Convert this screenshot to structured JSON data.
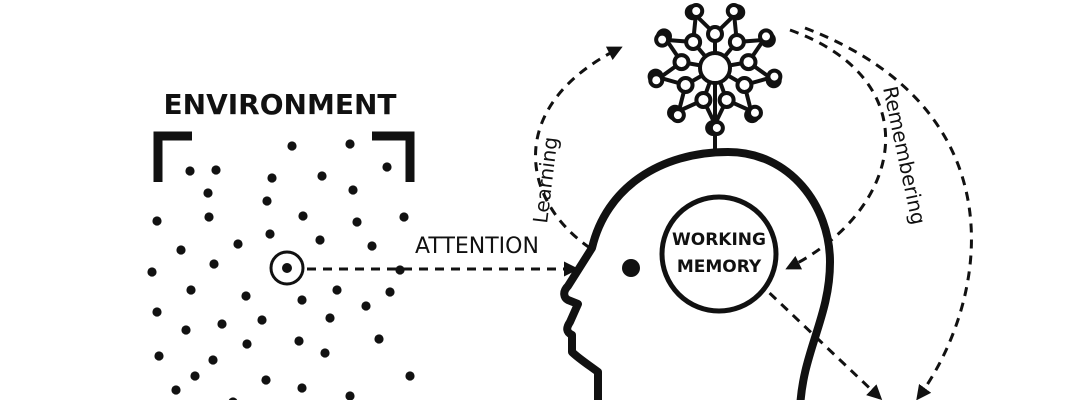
{
  "labels": {
    "environment": "ENVIRONMENT",
    "attention": "ATTENTION",
    "working_memory_line1": "WORKING",
    "working_memory_line2": "MEMORY",
    "learning": "Learning",
    "remembering": "Remembering"
  },
  "colors": {
    "ink": "#111111",
    "background": "#ffffff"
  },
  "icons": [
    "neural-network-icon",
    "head-silhouette-icon",
    "focus-target-icon"
  ]
}
